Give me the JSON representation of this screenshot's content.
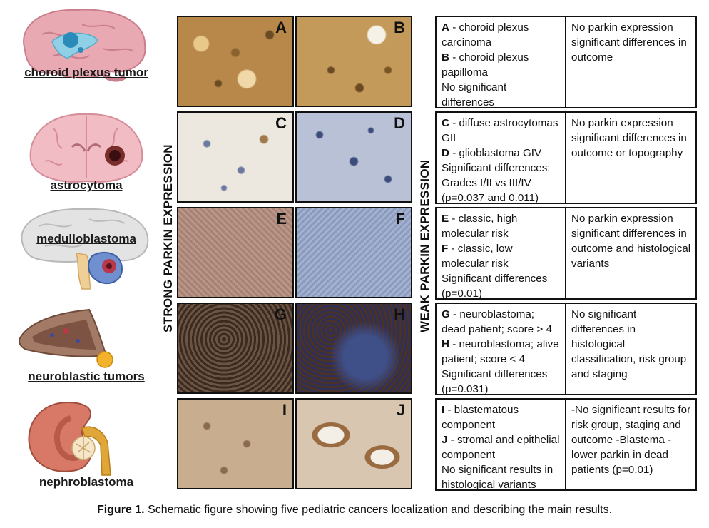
{
  "organs": [
    {
      "label": "choroid plexus tumor",
      "icon": "brain-choroid-icon"
    },
    {
      "label": "astrocytoma",
      "icon": "brain-section-icon"
    },
    {
      "label": "medulloblastoma",
      "icon": "brain-cerebellum-icon"
    },
    {
      "label": "neuroblastic tumors",
      "icon": "adrenal-gland-icon"
    },
    {
      "label": "nephroblastoma",
      "icon": "kidney-icon"
    }
  ],
  "strong_label": "STRONG PARKIN EXPRESSION",
  "weak_label": "WEAK PARKIN EXPRESSION",
  "panels": [
    {
      "strong": "A",
      "weak": "B"
    },
    {
      "strong": "C",
      "weak": "D"
    },
    {
      "strong": "E",
      "weak": "F"
    },
    {
      "strong": "G",
      "weak": "H"
    },
    {
      "strong": "I",
      "weak": "J"
    }
  ],
  "rows": [
    {
      "left": [
        {
          "key": "A",
          "text": " - choroid plexus carcinoma"
        },
        {
          "key": "B",
          "text": " - choroid plexus papilloma"
        },
        {
          "key": "",
          "text": "No significant differences"
        }
      ],
      "right": "No parkin expression significant differences in outcome"
    },
    {
      "left": [
        {
          "key": "C",
          "text": " - diffuse astrocytomas  GII"
        },
        {
          "key": "D",
          "text": " - glioblastoma GIV"
        },
        {
          "key": "",
          "text": "Significant differences: Grades I/II vs III/IV (p=0.037 and 0.011)"
        }
      ],
      "right": "No parkin expression significant differences in outcome or topography"
    },
    {
      "left": [
        {
          "key": "E",
          "text": " - classic, high molecular risk"
        },
        {
          "key": "F",
          "text": " - classic, low molecular risk"
        },
        {
          "key": "",
          "text": "Significant differences (p=0.01)"
        }
      ],
      "right": "No parkin expression significant differences in outcome and histological variants"
    },
    {
      "left": [
        {
          "key": "G",
          "text": " - neuroblastoma; dead patient; score > 4"
        },
        {
          "key": "H",
          "text": " - neuroblastoma; alive patient; score < 4"
        },
        {
          "key": "",
          "text": "Significant differences (p=0.031)"
        }
      ],
      "right": "No significant differences in histological classification, risk group and staging"
    },
    {
      "left": [
        {
          "key": "I",
          "text": " - blastematous component"
        },
        {
          "key": "J",
          "text": " - stromal and epithelial component"
        },
        {
          "key": "",
          "text": "No significant results in histological variants"
        }
      ],
      "right": "-No significant results for risk group, staging and outcome -Blastema  - lower parkin in dead patients (p=0.01)"
    }
  ],
  "caption": {
    "bold": "Figure 1.",
    "text": " Schematic figure showing five pediatric cancers localization and describing the main results."
  },
  "colors": {
    "brown_stain": "#b7884a",
    "blue_stain": "#8a9bbf",
    "dark_stain": "#3b2a20"
  }
}
